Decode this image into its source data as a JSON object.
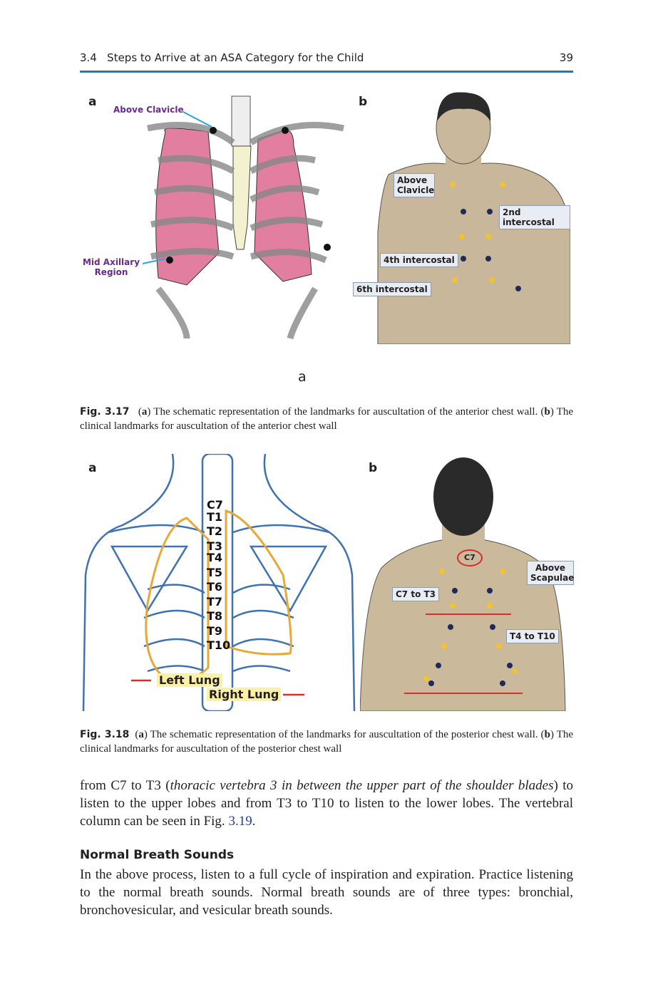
{
  "header": {
    "section": "3.4",
    "title": "Steps to Arrive at an ASA Category for the Child",
    "page_number": "39",
    "rule_color": "#1b7bbf"
  },
  "fig317": {
    "panel_a_label": "a",
    "panel_b_label": "b",
    "a_labels": {
      "above_clavicle": "Above Clavicle",
      "mid_axillary": "Mid Axillary Region"
    },
    "b_labels": {
      "above_clavicle": "Above Clavicle",
      "second": "2nd intercostal",
      "fourth": "4th intercostal",
      "sixth": "6th intercostal"
    },
    "below_label": "a",
    "caption_fig": "Fig. 3.17",
    "caption_a": "a",
    "caption_text_a": "The schematic representation of the landmarks for auscultation of the anterior chest wall.",
    "caption_b": "b",
    "caption_text_b": "The clinical landmarks for auscultation of the anterior chest wall"
  },
  "fig318": {
    "panel_a_label": "a",
    "panel_b_label": "b",
    "vertebrae": [
      "C7",
      "T1",
      "T2",
      "T3",
      "T4",
      "T5",
      "T6",
      "T7",
      "T8",
      "T9",
      "T10"
    ],
    "a_labels": {
      "left_lung": "Left Lung",
      "right_lung": "Right Lung"
    },
    "b_labels": {
      "c7": "C7",
      "above_scapulae": "Above Scapulae",
      "c7_t3": "C7 to T3",
      "t4_t10": "T4 to T10"
    },
    "caption_fig": "Fig. 3.18",
    "caption_a": "a",
    "caption_text_a": "The schematic representation of the landmarks for auscultation of the posterior chest wall.",
    "caption_b": "b",
    "caption_text_b": "The clinical landmarks for auscultation of the posterior chest wall"
  },
  "body": {
    "p1_start": "from C7 to T3 (",
    "p1_italic": "thoracic vertebra 3 in between the upper part of the shoulder blades",
    "p1_mid": ") to listen to the upper lobes and from T3 to T10 to listen to the lower lobes. The vertebral column can be seen in Fig. ",
    "p1_link": "3.19",
    "p1_end": ".",
    "heading": "Normal Breath Sounds",
    "p2": "In the above process, listen to a full cycle of inspiration and expiration. Practice listening to the normal breath sounds. Normal breath sounds are of three types: bronchial, bronchovesicular, and vesicular breath sounds."
  }
}
